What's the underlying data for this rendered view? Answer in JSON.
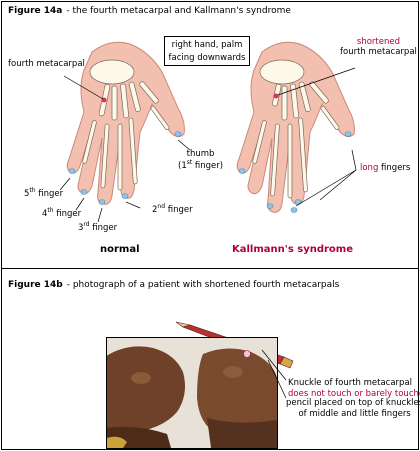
{
  "figure_a": {
    "caption_bold": "Figure 14a",
    "caption_text": "- the fourth metacarpal and Kallmann's syndrome",
    "note_line1": "right hand, palm",
    "note_line2": "facing downwards",
    "normal": {
      "title": "normal",
      "fourth_metacarpal": "fourth metacarpal",
      "thumb_line1": "thumb",
      "thumb_line2_pre": "(1",
      "thumb_sup": "st",
      "thumb_line2_post": " finger)",
      "f5_num": "5",
      "f5_sup": "th",
      "f5_word": " finger",
      "f4_num": "4",
      "f4_sup": "th",
      "f4_word": " finger",
      "f3_num": "3",
      "f3_sup": "rd",
      "f3_word": " finger",
      "f2_num": "2",
      "f2_sup": "nd",
      "f2_word": " finger"
    },
    "kallmann": {
      "title": "Kallmann's syndrome",
      "shortened": "shortened",
      "fourth_metacarpal": "fourth metacarpal",
      "long": "long",
      "fingers": " fingers"
    }
  },
  "figure_b": {
    "caption_bold": "Figure 14b",
    "caption_text": "- photograph of a patient with shortened fourth metacarpals",
    "knuckle_line1": "Knuckle of fourth metacarpal",
    "knuckle_line2": "does not touch or barely touches",
    "pencil_line1": "pencil placed on top of knuckles",
    "pencil_line2": "of middle and little fingers"
  },
  "colors": {
    "skin": "#f3bfae",
    "bone": "#fdf8ea",
    "highlight": "#b0003a",
    "nail": "#8fc3e6"
  }
}
